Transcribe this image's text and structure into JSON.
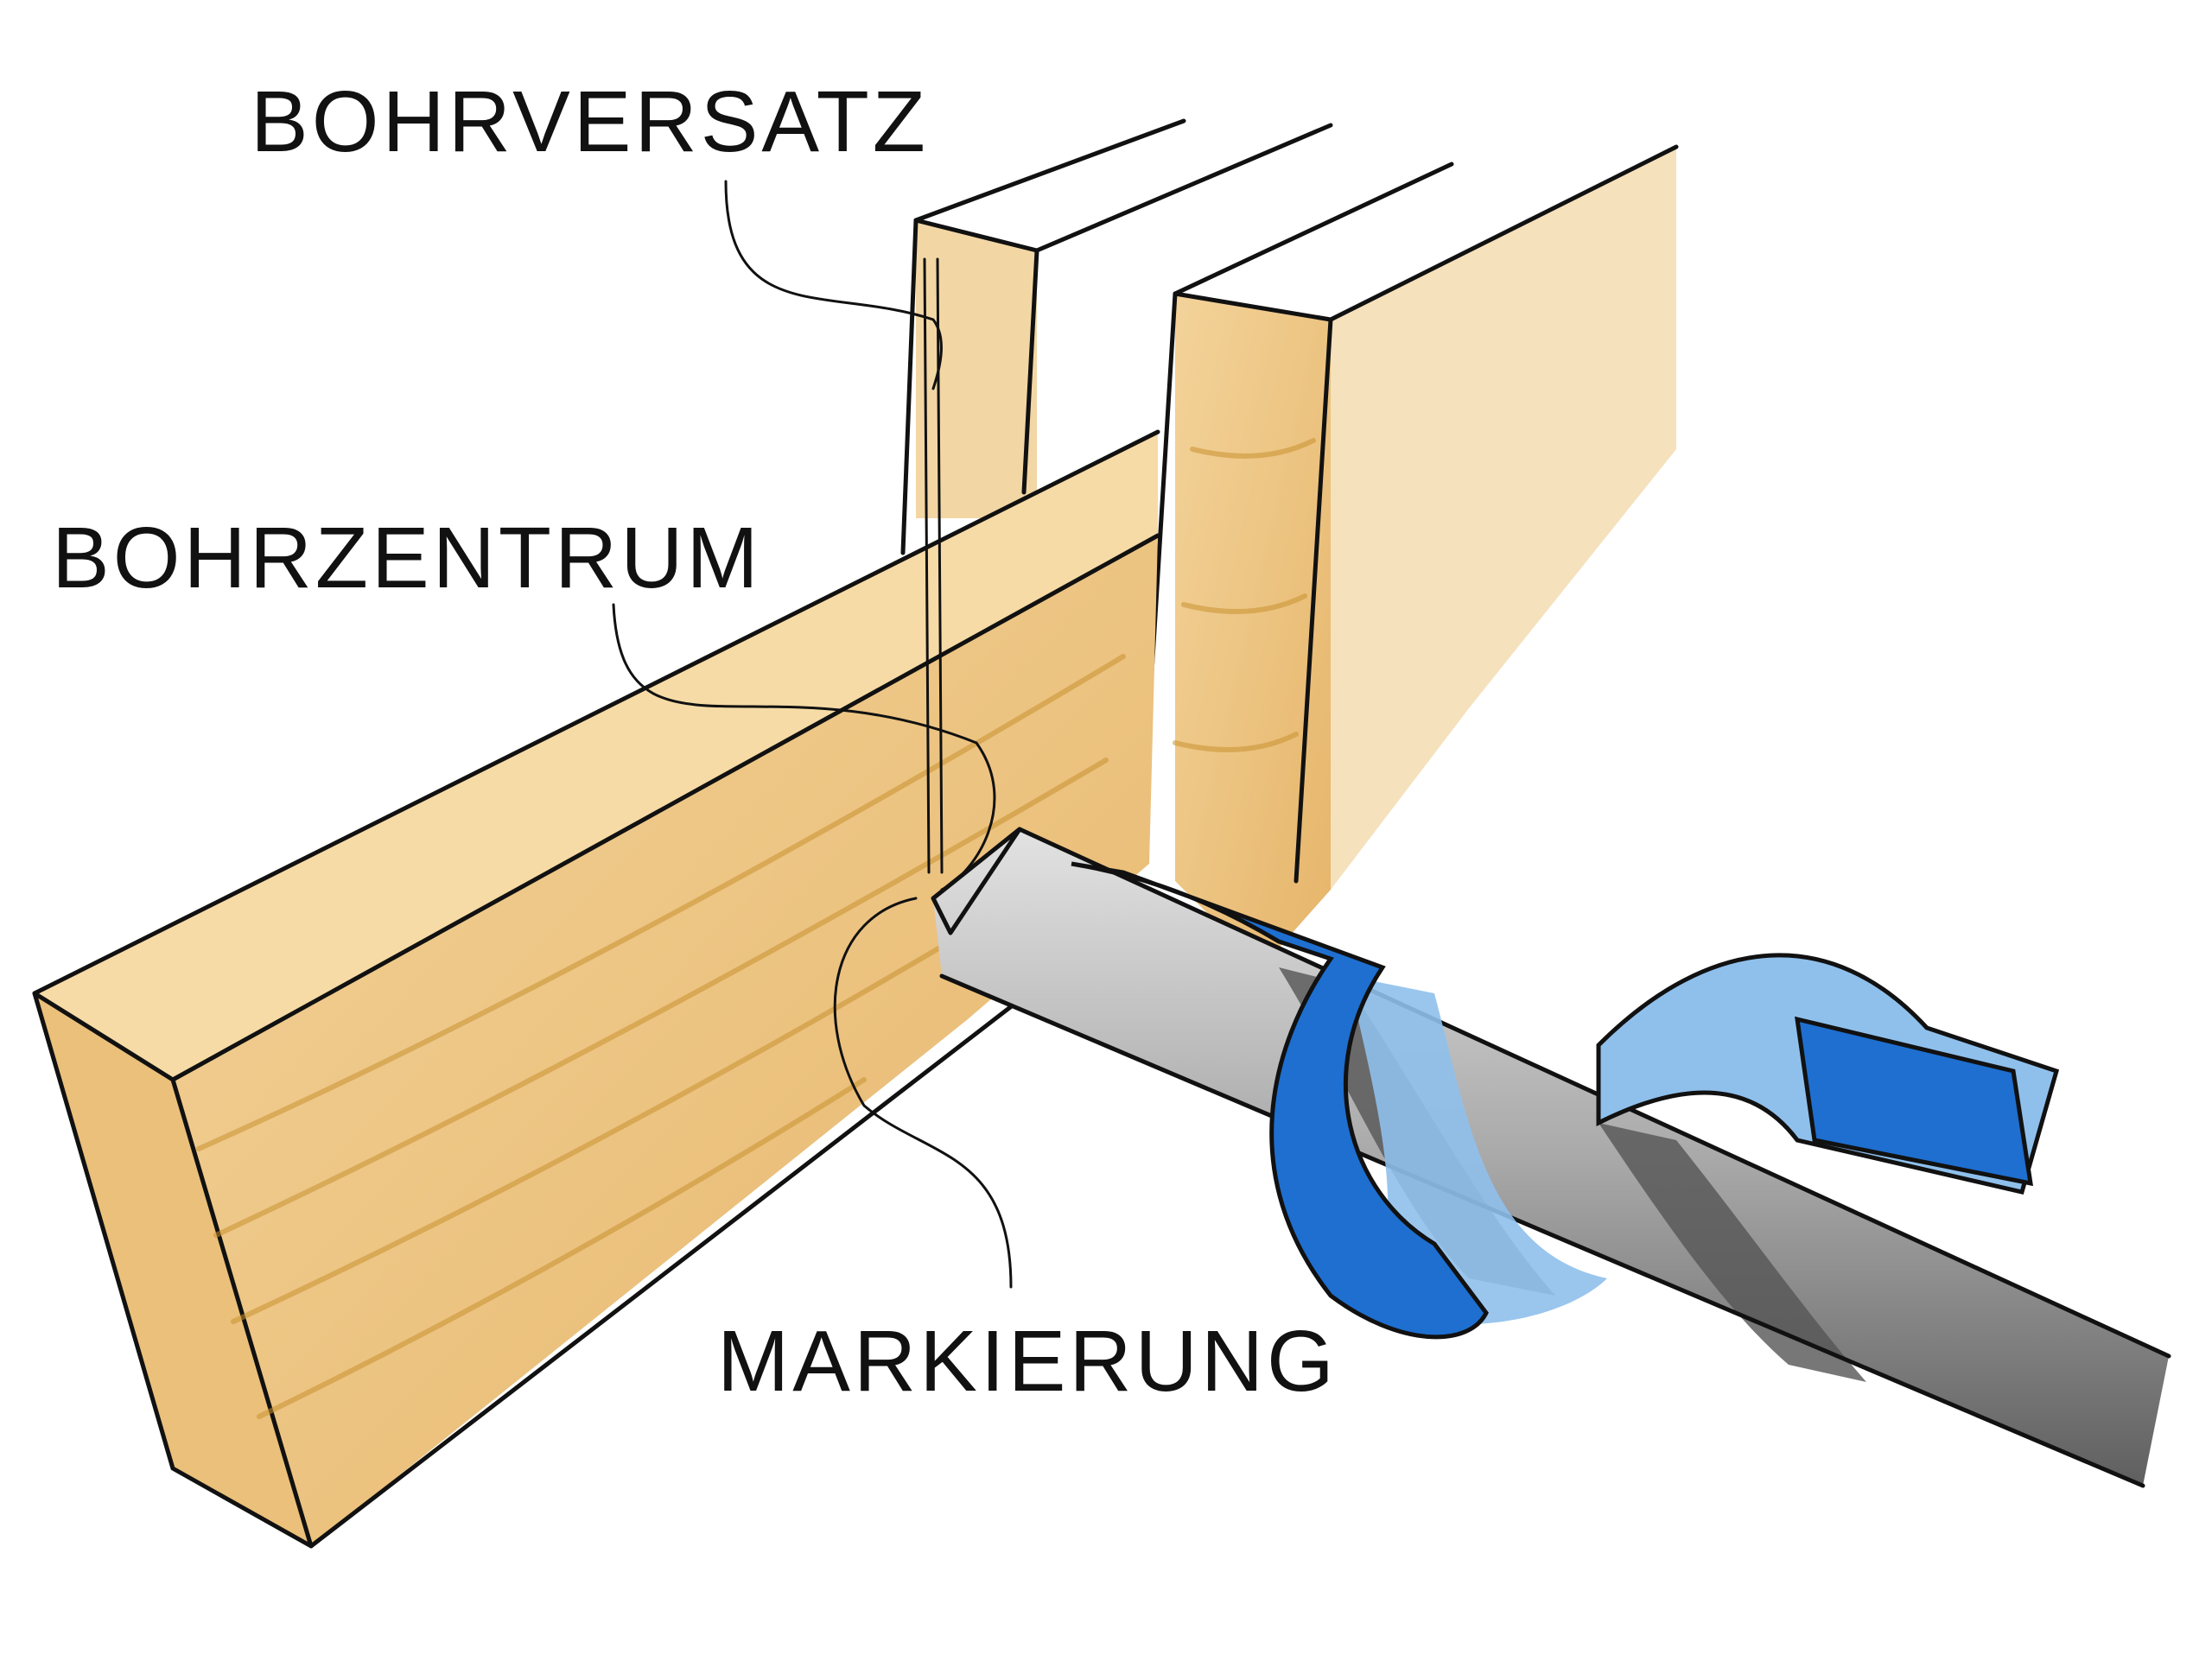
{
  "labels": {
    "bohrversatz": "BOHRVERSATZ",
    "bohrzentrum": "BOHRZENTRUM",
    "markierung": "MARKIERUNG"
  },
  "colors": {
    "wood": "#efc98a",
    "wood_dark": "#d9a85c",
    "tape": "#1e6fd0",
    "tape_light": "#8fc0ec",
    "steel": "#bdbdbd",
    "steel_dark": "#6e6e6e",
    "ink": "#111111"
  }
}
